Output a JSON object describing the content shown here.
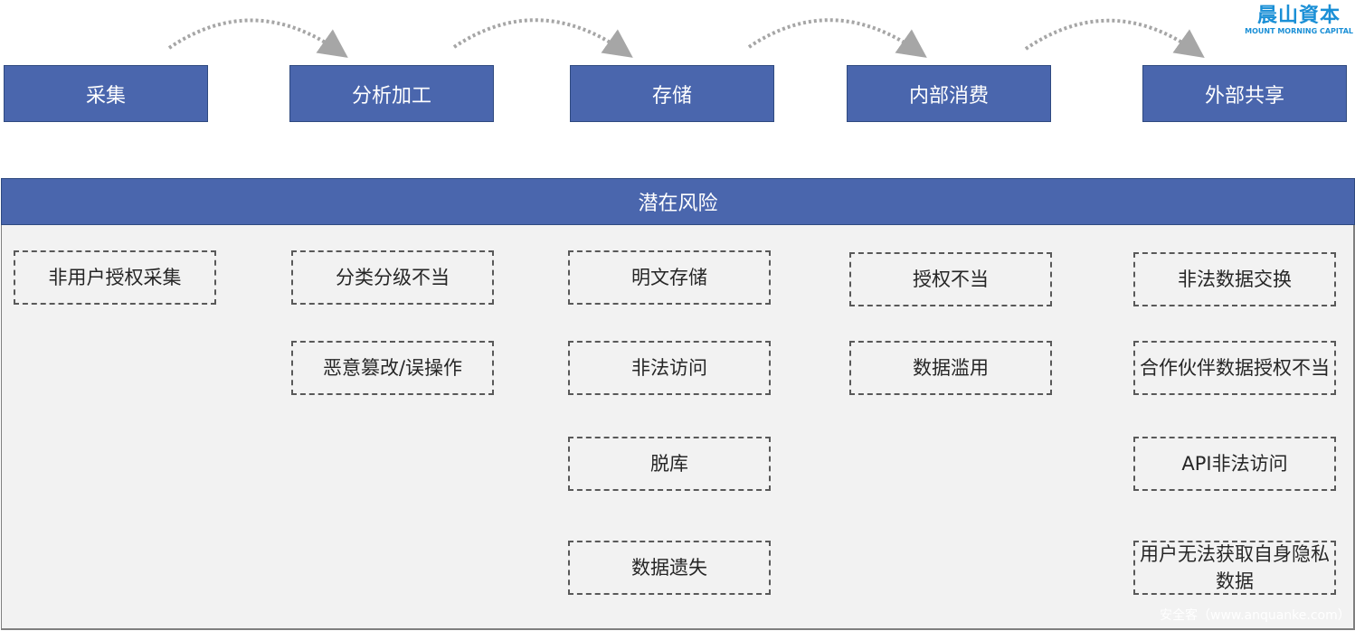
{
  "logo": {
    "cn": "晨山資本",
    "en": "MOUNT MORNING CAPITAL"
  },
  "stages": [
    "采集",
    "分析加工",
    "存储",
    "内部消费",
    "外部共享"
  ],
  "panel_title": "潜在风险",
  "risks": {
    "collect": [
      "非用户授权采集"
    ],
    "process": [
      "分类分级不当",
      "恶意篡改/误操作"
    ],
    "store": [
      "明文存储",
      "非法访问",
      "脱库",
      "数据遗失"
    ],
    "internal": [
      "授权不当",
      "数据滥用"
    ],
    "external": [
      "非法数据交换",
      "合作伙伴数据授权不当",
      "API非法访问",
      "用户无法获取自身隐私数据"
    ]
  },
  "watermark": "安全客（www.anquanke.com）",
  "colors": {
    "stage": "#4a66ad",
    "panel": "#f2f2f2",
    "logo": "#1a8fd6"
  }
}
